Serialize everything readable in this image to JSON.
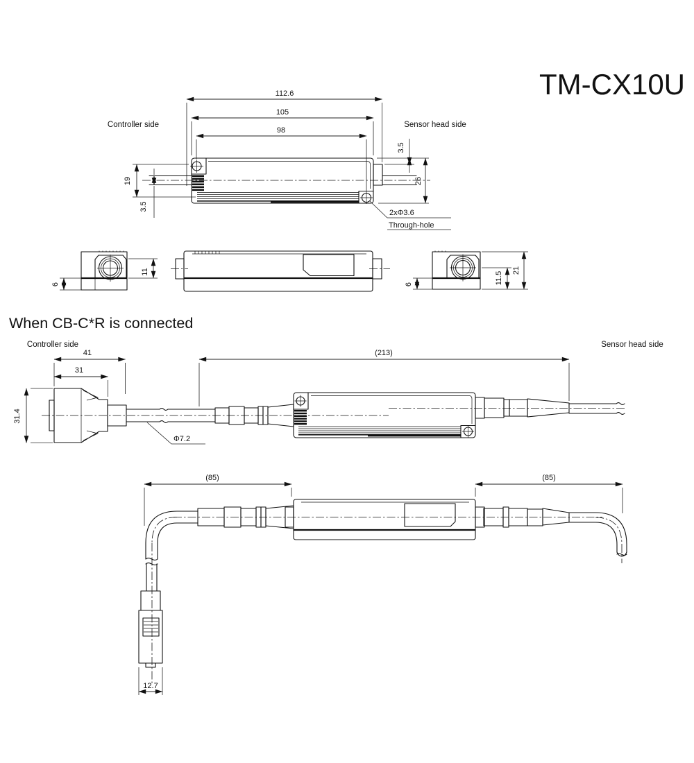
{
  "page": {
    "title": "TM-CX10U"
  },
  "top_view": {
    "label_left": "Controller side",
    "label_right": "Sensor head side",
    "dims": {
      "overall_width": "112.6",
      "body_width": "105",
      "hole_pitch": "98",
      "stub_offset": "3.5",
      "body_height": "26",
      "left_height": "19",
      "cable_offset": "3.5"
    },
    "callout": {
      "line1": "2xΦ3.6",
      "line2": "Through-hole"
    }
  },
  "left_end_view": {
    "dims": {
      "base_plate": "6",
      "boss_height": "11"
    }
  },
  "right_end_view": {
    "dims": {
      "base_plate": "6",
      "center_height": "11.5",
      "total_height": "21"
    }
  },
  "cable_section": {
    "heading": "When CB-C*R is connected",
    "label_left": "Controller side",
    "label_right": "Sensor head side",
    "dims": {
      "connector_overall": "41",
      "connector_body": "31",
      "connector_height": "31.4",
      "assembly_length": "(213)",
      "cable_diameter": "Φ7.2"
    }
  },
  "bent_view": {
    "dims": {
      "left_length": "(85)",
      "right_length": "(85)",
      "plug_width": "12.7"
    }
  }
}
